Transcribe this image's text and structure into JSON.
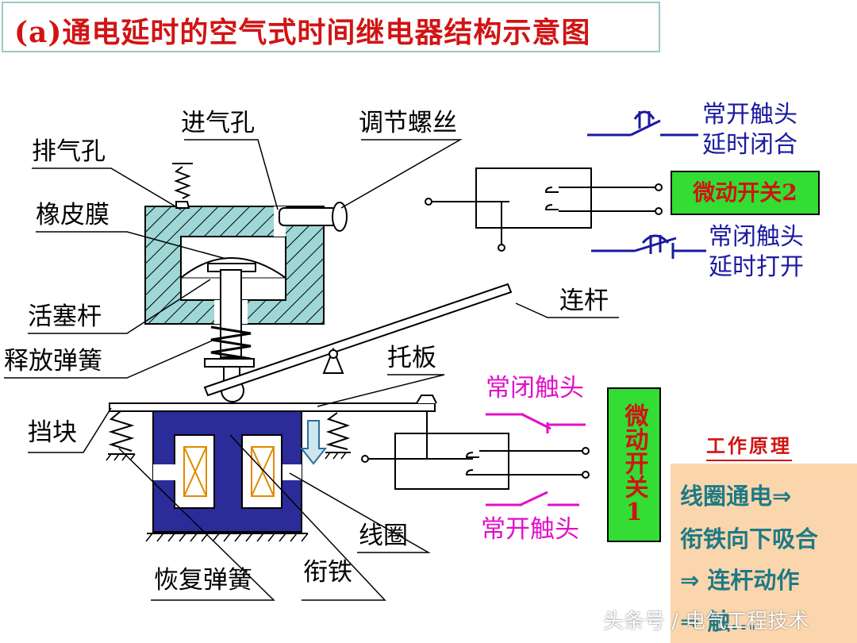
{
  "title": "(a)通电延时的空气式时间继电器结构示意图",
  "labels": {
    "inlet": "进气孔",
    "screw": "调节螺丝",
    "exhaust": "排气孔",
    "membrane": "橡皮膜",
    "piston_rod": "活塞杆",
    "release_spring": "释放弹簧",
    "stopper": "挡块",
    "link_rod": "连杆",
    "tray": "托板",
    "coil": "线圈",
    "armature": "衔铁",
    "return_spring": "恢复弹簧"
  },
  "switch2": {
    "name": "微动开关2",
    "no_contact_line1": "常开触头",
    "no_contact_line2": "延时闭合",
    "nc_contact_line1": "常闭触头",
    "nc_contact_line2": "延时打开"
  },
  "switch1": {
    "name": "微动开关1",
    "nc_contact": "常闭触头",
    "no_contact": "常开触头"
  },
  "principle": {
    "title": "工作原理",
    "line1": "线圈通电⇒",
    "line2": "衔铁向下吸合",
    "line3": "⇒ 连杆动作",
    "line4": "⇒ 触..."
  },
  "watermark": "头条号 / 电气工程技术",
  "colors": {
    "title_red": "#d01414",
    "magnet_blue": "#2b2b9a",
    "hatch_fill": "#9fd6d6",
    "switch_green": "#33dd33",
    "contact_navy": "#1a1aa0",
    "contact_magenta": "#e010c8",
    "principle_bg": "#fbd6ad",
    "principle_text": "#1e7a85"
  }
}
